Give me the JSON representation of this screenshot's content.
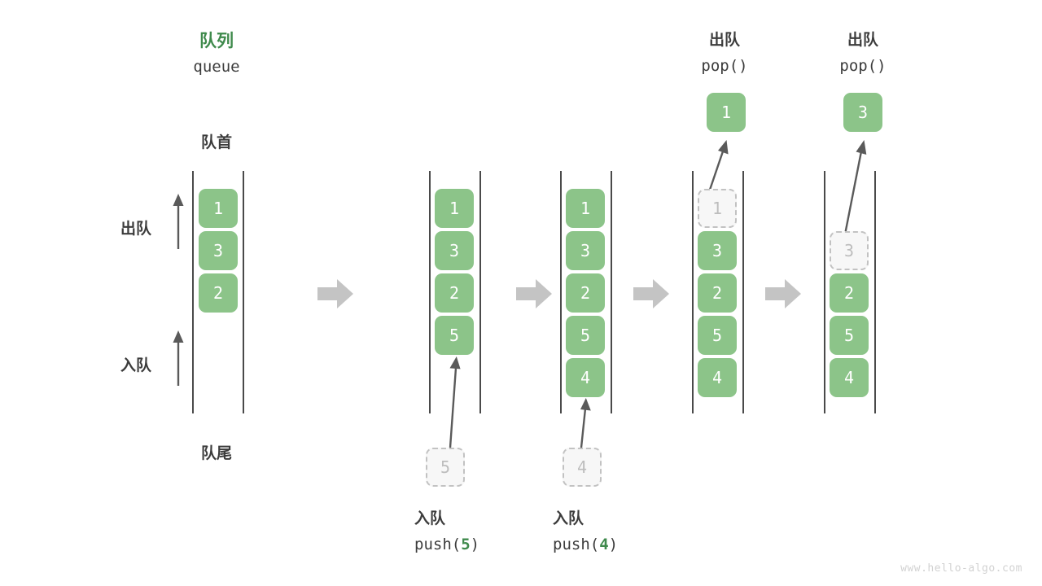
{
  "figure": {
    "title_cn": "队列",
    "title_en": "queue",
    "head_label": "队首",
    "tail_label": "队尾",
    "dequeue_axis_label": "出队",
    "enqueue_axis_label": "入队",
    "watermark": "www.hello-algo.com",
    "accent_green": "#3f8a4c",
    "cell_green": "#8cc489",
    "ghost_gray": "#bdbdbd",
    "rail_gray": "#4a4a4a",
    "arrow_gray": "#c4c4c4",
    "text_gray": "#3c3c3c"
  },
  "steps": [
    {
      "id": "initial",
      "caption_top_cn": "",
      "caption_top_code": "",
      "caption_bottom_cn": "",
      "caption_bottom_code": "",
      "cells": [
        {
          "value": "1",
          "state": "filled"
        },
        {
          "value": "3",
          "state": "filled"
        },
        {
          "value": "2",
          "state": "filled"
        }
      ],
      "incoming": null,
      "outgoing": null
    },
    {
      "id": "push-5",
      "caption_top_cn": "",
      "caption_top_code": "",
      "caption_bottom_cn": "入队",
      "caption_bottom_code_prefix": "push(",
      "caption_bottom_code_arg": "5",
      "caption_bottom_code_suffix": ")",
      "cells": [
        {
          "value": "1",
          "state": "filled"
        },
        {
          "value": "3",
          "state": "filled"
        },
        {
          "value": "2",
          "state": "filled"
        },
        {
          "value": "5",
          "state": "filled"
        }
      ],
      "incoming": {
        "value": "5",
        "state": "ghost"
      },
      "outgoing": null
    },
    {
      "id": "push-4",
      "caption_bottom_cn": "入队",
      "caption_bottom_code_prefix": "push(",
      "caption_bottom_code_arg": "4",
      "caption_bottom_code_suffix": ")",
      "cells": [
        {
          "value": "1",
          "state": "filled"
        },
        {
          "value": "3",
          "state": "filled"
        },
        {
          "value": "2",
          "state": "filled"
        },
        {
          "value": "5",
          "state": "filled"
        },
        {
          "value": "4",
          "state": "filled"
        }
      ],
      "incoming": {
        "value": "4",
        "state": "ghost"
      },
      "outgoing": null
    },
    {
      "id": "pop-1",
      "caption_top_cn": "出队",
      "caption_top_code": "pop()",
      "cells": [
        {
          "value": "1",
          "state": "ghost"
        },
        {
          "value": "3",
          "state": "filled"
        },
        {
          "value": "2",
          "state": "filled"
        },
        {
          "value": "5",
          "state": "filled"
        },
        {
          "value": "4",
          "state": "filled"
        }
      ],
      "incoming": null,
      "outgoing": {
        "value": "1",
        "state": "filled"
      }
    },
    {
      "id": "pop-3",
      "caption_top_cn": "出队",
      "caption_top_code": "pop()",
      "cells": [
        {
          "value": "3",
          "state": "ghost"
        },
        {
          "value": "2",
          "state": "filled"
        },
        {
          "value": "5",
          "state": "filled"
        },
        {
          "value": "4",
          "state": "filled"
        }
      ],
      "incoming": null,
      "outgoing": {
        "value": "3",
        "state": "filled"
      },
      "ghost_offset_slots": 1
    }
  ]
}
